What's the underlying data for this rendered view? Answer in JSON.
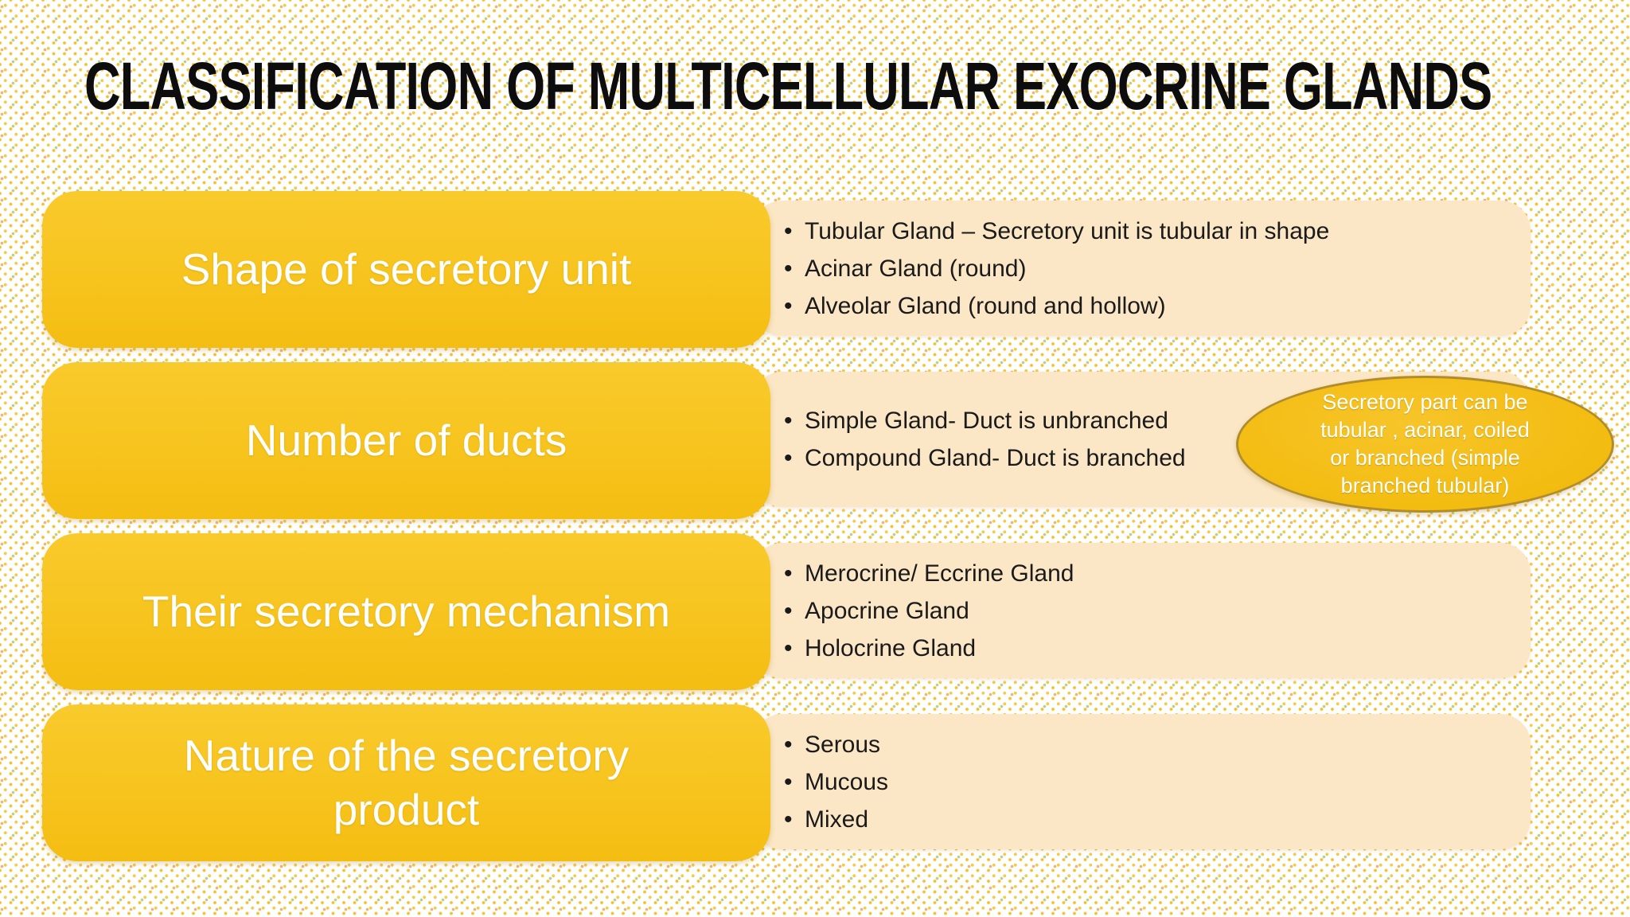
{
  "slide": {
    "title": "CLASSIFICATION OF MULTICELLULAR EXOCRINE GLANDS",
    "bullet_char": "•",
    "rows": [
      {
        "label": "Shape of secretory unit",
        "bullets": [
          "Tubular Gland – Secretory unit is tubular in shape",
          "Acinar Gland (round)",
          "Alveolar Gland (round and hollow)"
        ]
      },
      {
        "label": "Number of ducts",
        "bullets": [
          "Simple Gland- Duct is unbranched",
          "Compound Gland- Duct is branched"
        ],
        "callout_lines": [
          "Secretory part can be",
          "tubular , acinar, coiled",
          "or branched (simple",
          "branched tubular)"
        ]
      },
      {
        "label": "Their secretory mechanism",
        "bullets": [
          "Merocrine/ Eccrine Gland",
          "Apocrine Gland",
          "Holocrine Gland"
        ]
      },
      {
        "label": "Nature of the secretory product",
        "bullets": [
          "Serous",
          "Mucous",
          "Mixed"
        ]
      }
    ],
    "colors": {
      "box_gold": "#f7c41e",
      "band_peach": "#fbe7c6",
      "ellipse_fill": "#f3bc10",
      "ellipse_border": "#b08c2a",
      "title_text": "#0d0d0d",
      "bullet_text": "#1a1a1a",
      "label_text": "#ffffff"
    }
  }
}
